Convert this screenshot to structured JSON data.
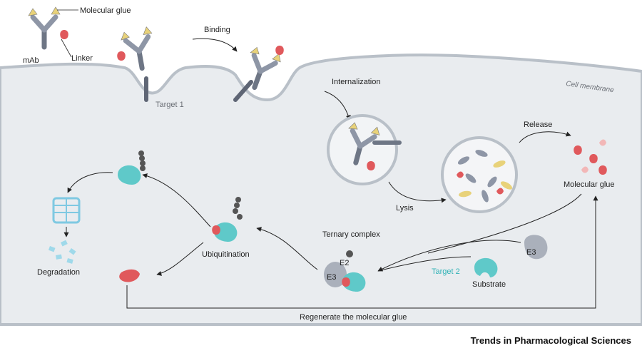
{
  "labels": {
    "molecular_glue_top": "Molecular glue",
    "mab": "mAb",
    "linker": "Linker",
    "binding": "Binding",
    "target1": "Target 1",
    "cell_membrane": "Cell membrane",
    "internalization": "Internalization",
    "release": "Release",
    "lysis": "Lysis",
    "molecular_glue_right": "Molecular glue",
    "ternary_complex": "Ternary complex",
    "ubiquitination": "Ubiquitination",
    "degradation": "Degradation",
    "e2": "E2",
    "e3_complex": "E3",
    "e3_free": "E3",
    "target2": "Target 2",
    "substrate": "Substrate",
    "regenerate": "Regenerate the molecular glue"
  },
  "footer": "Trends in Pharmacological Sciences",
  "colors": {
    "cytoplasm": "#e9ecef",
    "membrane": "#b9c0c8",
    "antibody": "#8e96a6",
    "antibody_dark": "#5f6675",
    "light_chain_tip": "#e8d27a",
    "glue": "#e0595c",
    "protein_teal": "#5fc9c9",
    "e3_grey": "#aab0bb",
    "ubiquitin": "#555555",
    "proteasome": "#7fc9e2",
    "target2_text": "#2fb2b6"
  }
}
